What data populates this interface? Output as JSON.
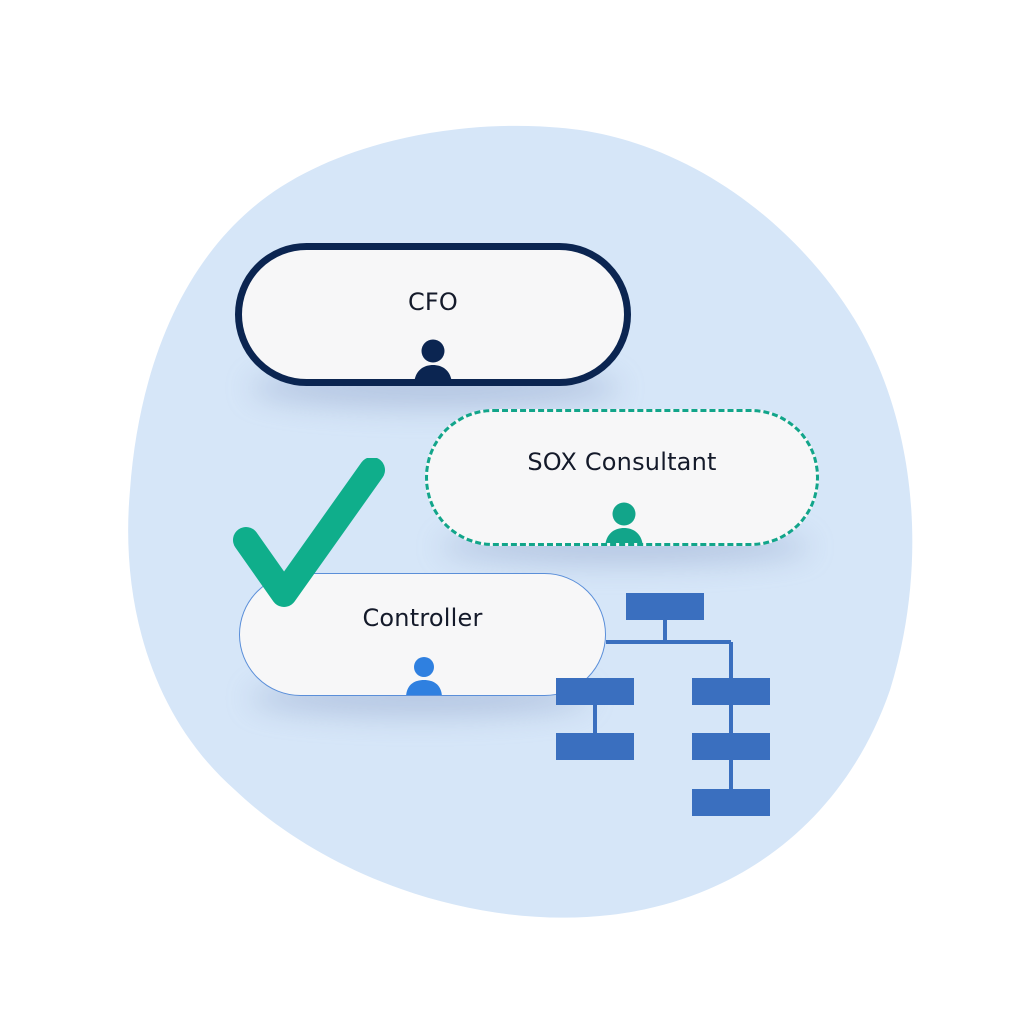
{
  "nodes": {
    "cfo": {
      "label": "CFO",
      "border_color": "#0b2551",
      "icon": "person-icon",
      "icon_color": "#0b2551",
      "border_style": "solid"
    },
    "sox_consultant": {
      "label": "SOX Consultant",
      "border_color": "#12a58a",
      "icon": "person-icon",
      "icon_color": "#12a58a",
      "border_style": "dashed"
    },
    "controller": {
      "label": "Controller",
      "border_color": "#5b8fd9",
      "icon": "person-icon",
      "icon_color": "#2f80e0",
      "border_style": "solid"
    }
  },
  "decorations": {
    "checkmark": {
      "icon": "checkmark-icon",
      "color": "#0fae8b"
    },
    "org_chart": {
      "icon": "org-chart-icon",
      "color": "#3a6fbf"
    },
    "background_blob": {
      "color": "#d6e6f8"
    }
  }
}
